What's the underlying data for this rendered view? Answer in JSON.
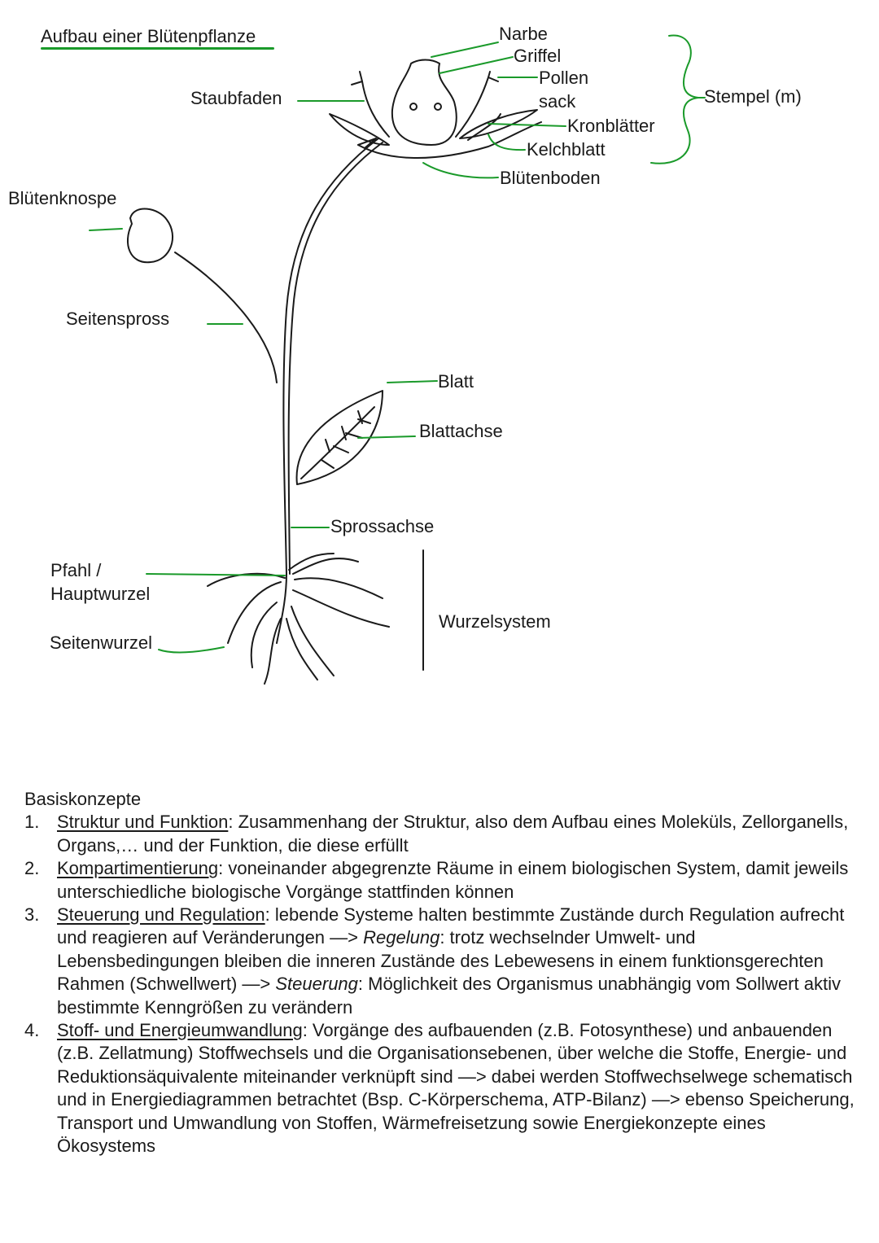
{
  "title": "Aufbau einer Blütenpflanze",
  "labels": {
    "narbe": "Narbe",
    "griffel": "Griffel",
    "pollen": "Pollen",
    "sack": "sack",
    "stempel": "Stempel (m)",
    "staubfaden": "Staubfaden",
    "kronblaetter": "Kronblätter",
    "kelchblatt": "Kelchblatt",
    "bluetenboden": "Blütenboden",
    "bluetenknospe": "Blütenknospe",
    "seitenspross": "Seitenspross",
    "blatt": "Blatt",
    "blattachse": "Blattachse",
    "sprossachse": "Sprossachse",
    "pfahl": "Pfahl /",
    "hauptwurzel": "Hauptwurzel",
    "seitenwurzel": "Seitenwurzel",
    "wurzelsystem": "Wurzelsystem"
  },
  "concepts": {
    "heading": "Basiskonzepte",
    "items": [
      {
        "num": "1.",
        "term": "Struktur und Funktion",
        "text": ": Zusammenhang der Struktur, also dem Aufbau eines Moleküls, Zellorganells, Organs,… und der Funktion, die diese erfüllt"
      },
      {
        "num": "2.",
        "term": "Kompartimentierung",
        "text": ": voneinander abgegrenzte Räume in einem biologischen System, damit jeweils unterschiedliche biologische Vorgänge stattfinden können"
      },
      {
        "num": "3.",
        "term": "Steuerung und Regulation",
        "text_a": ": lebende Systeme halten bestimmte Zustände durch Regulation aufrecht und reagieren auf Veränderungen —> ",
        "em_a": "Regelung",
        "text_b": ": trotz wechselnder Umwelt- und Lebensbedingungen bleiben die inneren Zustände des Lebewesens in einem funktionsgerechten Rahmen (Schwellwert) —> ",
        "em_b": "Steuerung",
        "text_c": ": Möglichkeit des Organismus unabhängig vom Sollwert aktiv bestimmte Kenngrößen zu verändern"
      },
      {
        "num": "4.",
        "term": "Stoff- und Energieumwandlung",
        "text": ": Vorgänge des aufbauenden (z.B. Fotosynthese) und anbauenden (z.B. Zellatmung) Stoffwechsels und die Organisationsebenen, über welche die Stoffe, Energie- und Reduktionsäquivalente miteinander verknüpft sind —> dabei werden Stoffwechselwege schematisch und in Energiediagrammen betrachtet (Bsp. C-Körperschema, ATP-Bilanz) —> ebenso Speicherung, Transport und Umwandlung von Stoffen, Wärmefreisetzung sowie Energiekonzepte eines Ökosystems"
      }
    ]
  },
  "colors": {
    "ink": "#1a1a1a",
    "pointer": "#1a9a2a"
  }
}
